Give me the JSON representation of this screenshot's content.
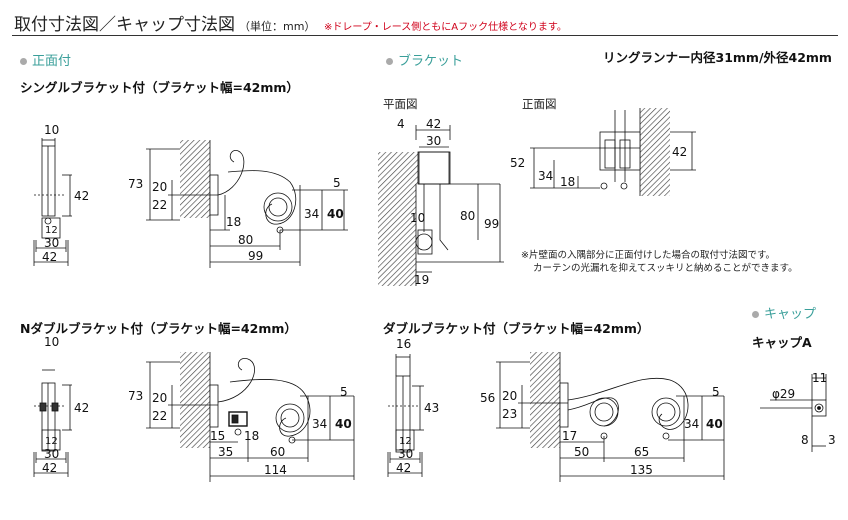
{
  "header": {
    "title": "取付寸法図／キャップ寸法図",
    "unit": "（単位：mm）",
    "note": "※ドレープ・レース側ともにAフック仕様となります。"
  },
  "sections": {
    "front": "正面付",
    "bracket": "ブラケット",
    "cap": "キャップ"
  },
  "ring_runner": "リングランナー内径31mm/外径42mm",
  "labels": {
    "single": "シングルブラケット付（ブラケット幅=42mm）",
    "n_double": "Nダブルブラケット付（ブラケット幅=42mm）",
    "double": "ダブルブラケット付（ブラケット幅=42mm）",
    "plan": "平面図",
    "elevation": "正面図",
    "cap_a": "キャップA"
  },
  "corner_note": [
    "※片壁面の入隅部分に正面付けした場合の取付寸法図です。",
    "カーテンの光漏れを抑えてスッキリと納めることができます。"
  ],
  "dims": {
    "single_side": [
      "10",
      "42",
      "12",
      "30",
      "42"
    ],
    "single_front": [
      "73",
      "20",
      "22",
      "5",
      "18",
      "34",
      "40",
      "80",
      "99"
    ],
    "plan": [
      "4",
      "42",
      "30",
      "10",
      "80",
      "99",
      "19"
    ],
    "elev": [
      "52",
      "34",
      "18",
      "42"
    ],
    "nd_side": [
      "10",
      "42",
      "12",
      "30",
      "42"
    ],
    "nd_front": [
      "73",
      "20",
      "22",
      "5",
      "15",
      "18",
      "34",
      "40",
      "35",
      "60",
      "114"
    ],
    "dbl_side": [
      "16",
      "43",
      "12",
      "30",
      "42"
    ],
    "dbl_front": [
      "56",
      "20",
      "23",
      "5",
      "17",
      "34",
      "40",
      "50",
      "65",
      "135"
    ],
    "cap": [
      "11",
      "φ29",
      "8",
      "3"
    ]
  }
}
